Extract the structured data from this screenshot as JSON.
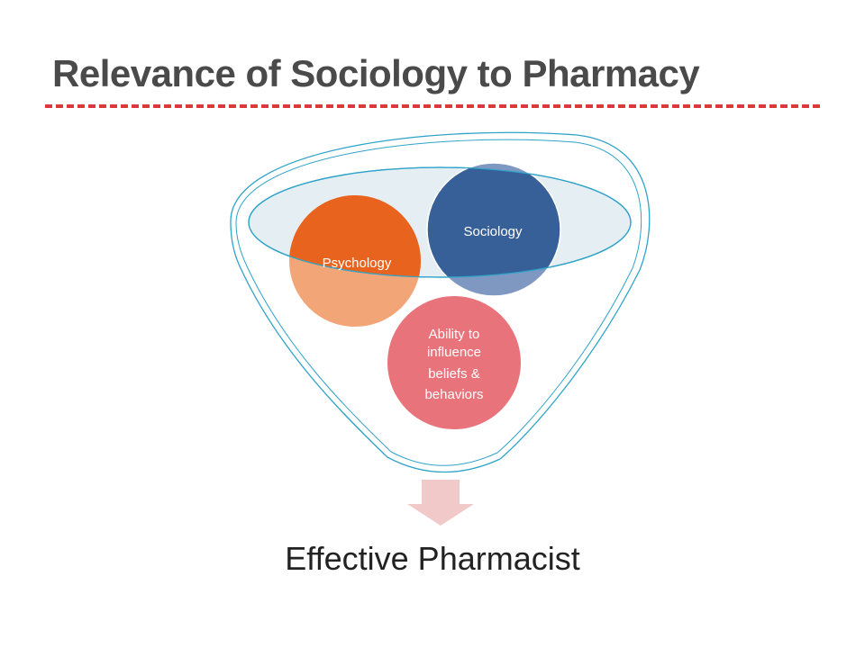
{
  "title": "Relevance of Sociology to Pharmacy",
  "inputs": {
    "psychology": "Psychology",
    "sociology": "Sociology",
    "ability": [
      "Ability to",
      "influence",
      "beliefs &",
      "behaviors"
    ]
  },
  "output": "Effective Pharmacist",
  "colors": {
    "title": "#4a4a4a",
    "divider": "#d93b3b",
    "funnel_stroke": "#2fa3c8",
    "funnel_rim_fill": "#e5eef3",
    "psychology": "#e8641e",
    "sociology": "#376099",
    "ability": "#e8737a",
    "arrow": "#f2c9c9"
  },
  "icons": {
    "output_arrow": "down-arrow-icon"
  }
}
